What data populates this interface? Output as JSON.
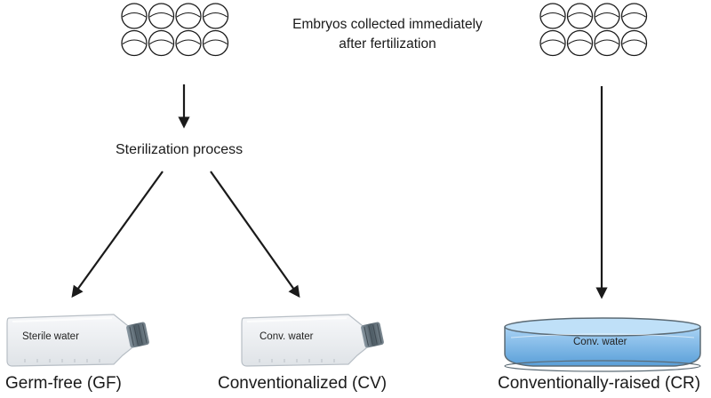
{
  "header": {
    "line1": "Embryos collected immediately",
    "line2": "after fertilization"
  },
  "process": {
    "label": "Sterilization process"
  },
  "groups": [
    {
      "label": "Germ-free (GF)",
      "container_label": "Sterile water",
      "container": "flask"
    },
    {
      "label": "Conventionalized (CV)",
      "container_label": "Conv. water",
      "container": "flask"
    },
    {
      "label": "Conventionally-raised (CR)",
      "container_label": "Conv. water",
      "container": "petri-dish"
    }
  ],
  "embryo_clusters": [
    {
      "rows": 2,
      "cols": 4
    },
    {
      "rows": 2,
      "cols": 4
    }
  ],
  "colors": {
    "arrow": "#1a1a1a",
    "water": "#7fb8e8",
    "flask_body": "#eef1f4",
    "cap": "#5f6f7a"
  }
}
